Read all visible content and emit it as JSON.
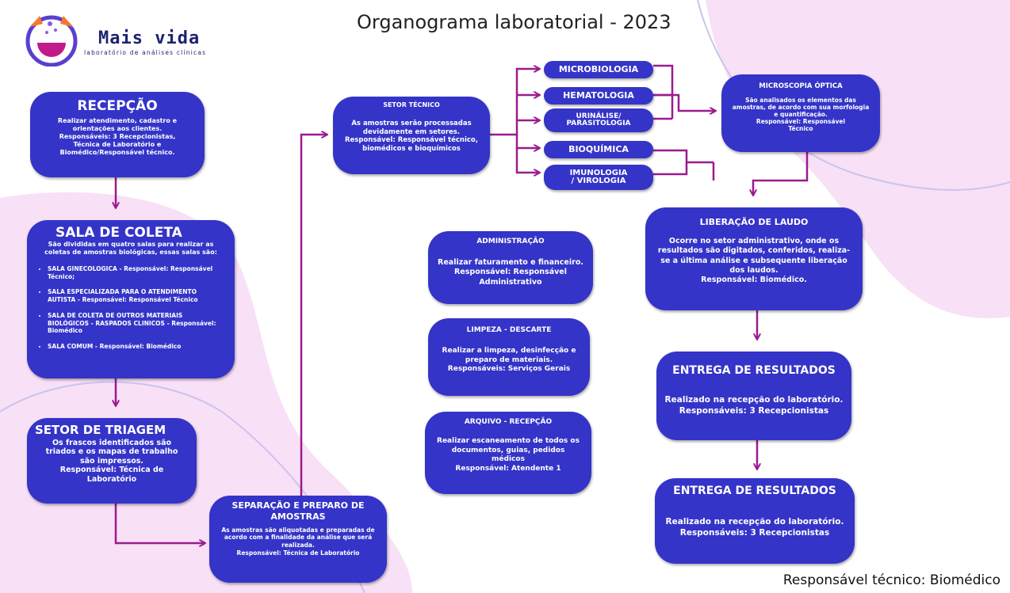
{
  "header": {
    "title": "Organograma laboratorial - 2023",
    "brand_name": "Mais vida",
    "brand_tagline": "laboratório de análises clínicas",
    "footer": "Responsável técnico: Biomédico"
  },
  "nodes": {
    "recepcao": {
      "title": "RECEPÇÃO",
      "text": "Realizar atendimento, cadastro e\norientações aos clientes.\nResponsáveis: 3 Recepcionistas,\nTécnica de Laboratório e\nBiomédico/Responsável técnico."
    },
    "sala_coleta": {
      "title": "SALA DE COLETA",
      "intro": "São divididas em quatro salas para realizar as coletas de amostras biológicas, essas salas são:",
      "items": [
        "SALA GINECOLOGICA - Responsável: Responsável Técnico;",
        "SALA ESPECIALIZADA PARA O ATENDIMENTO AUTISTA - Responsável: Responsável Técnico",
        "SALA DE COLETA DE OUTROS MATERIAIS BIOLÓGICOS - RASPADOS CLINICOS -  Responsável: Biomédico",
        "SALA COMUM - Responsável: Biomédico"
      ]
    },
    "triagem": {
      "title": "SETOR DE TRIAGEM",
      "text": "Os frascos identificados são\ntriados e os mapas de trabalho\nsão impressos.\nResponsável: Técnica de\nLaboratório"
    },
    "separacao": {
      "title": "SEPARAÇÃO E PREPARO DE\nAMOSTRAS",
      "text": "As amostras são aliquotadas e preparadas de\nacordo com a finalidade da análise que será\nrealizada.\nResponsável: Técnica de Laboratório"
    },
    "setor_tecnico": {
      "title": "SETOR TÉCNICO",
      "text": "As amostras serão processadas\ndevidamente em setores.\nResponsável: Responsável técnico,\nbiomédicos e bioquímicos"
    },
    "microbiologia": {
      "title": "MICROBIOLOGIA"
    },
    "hematologia": {
      "title": "HEMATOLOGIA"
    },
    "urinalise": {
      "title": "URINÁLISE/\nPARASITOLOGIA"
    },
    "bioquimica": {
      "title": "BIOQUÍMICA"
    },
    "imunologia": {
      "title": "IMUNOLOGIA\n/ VIROLOGIA"
    },
    "microscopia": {
      "title": "MICROSCOPIA ÓPTICA",
      "text": "São analisados os elementos das\namostras, de acordo com sua morfologia\ne quantificação.\nResponsável: Responsável\nTécnico"
    },
    "liberacao": {
      "title": "LIBERAÇÃO DE LAUDO",
      "text": "Ocorre no setor administrativo, onde os\nresultados são digitados, conferidos, realiza-\nse a última análise e subsequente liberação\ndos laudos.\nResponsável: Biomédico."
    },
    "entrega1": {
      "title": "ENTREGA DE RESULTADOS",
      "text": "Realizado na recepção do laboratório.\nResponsáveis: 3 Recepcionistas"
    },
    "entrega2": {
      "title": "ENTREGA DE RESULTADOS",
      "text": "Realizado na recepção do laboratório.\nResponsáveis: 3 Recepcionistas"
    },
    "administracao": {
      "title": "ADMINISTRAÇÃO",
      "text": "Realizar faturamento e financeiro.\nResponsável: Responsável\nAdministrativo"
    },
    "limpeza": {
      "title": "LIMPEZA - DESCARTE",
      "text": "Realizar a limpeza, desinfecção e\npreparo de materiais.\nResponsáveis: Serviços Gerais"
    },
    "arquivo": {
      "title": "ARQUIVO - RECEPÇÃO",
      "text": "Realizar escaneamento de todos os\ndocumentos, guias, pedidos\nmédicos\nResponsável: Atendente 1"
    }
  },
  "colors": {
    "box": "#3434c8",
    "arrow": "#9b1b8f",
    "background_blob": "#f8e0f6"
  }
}
